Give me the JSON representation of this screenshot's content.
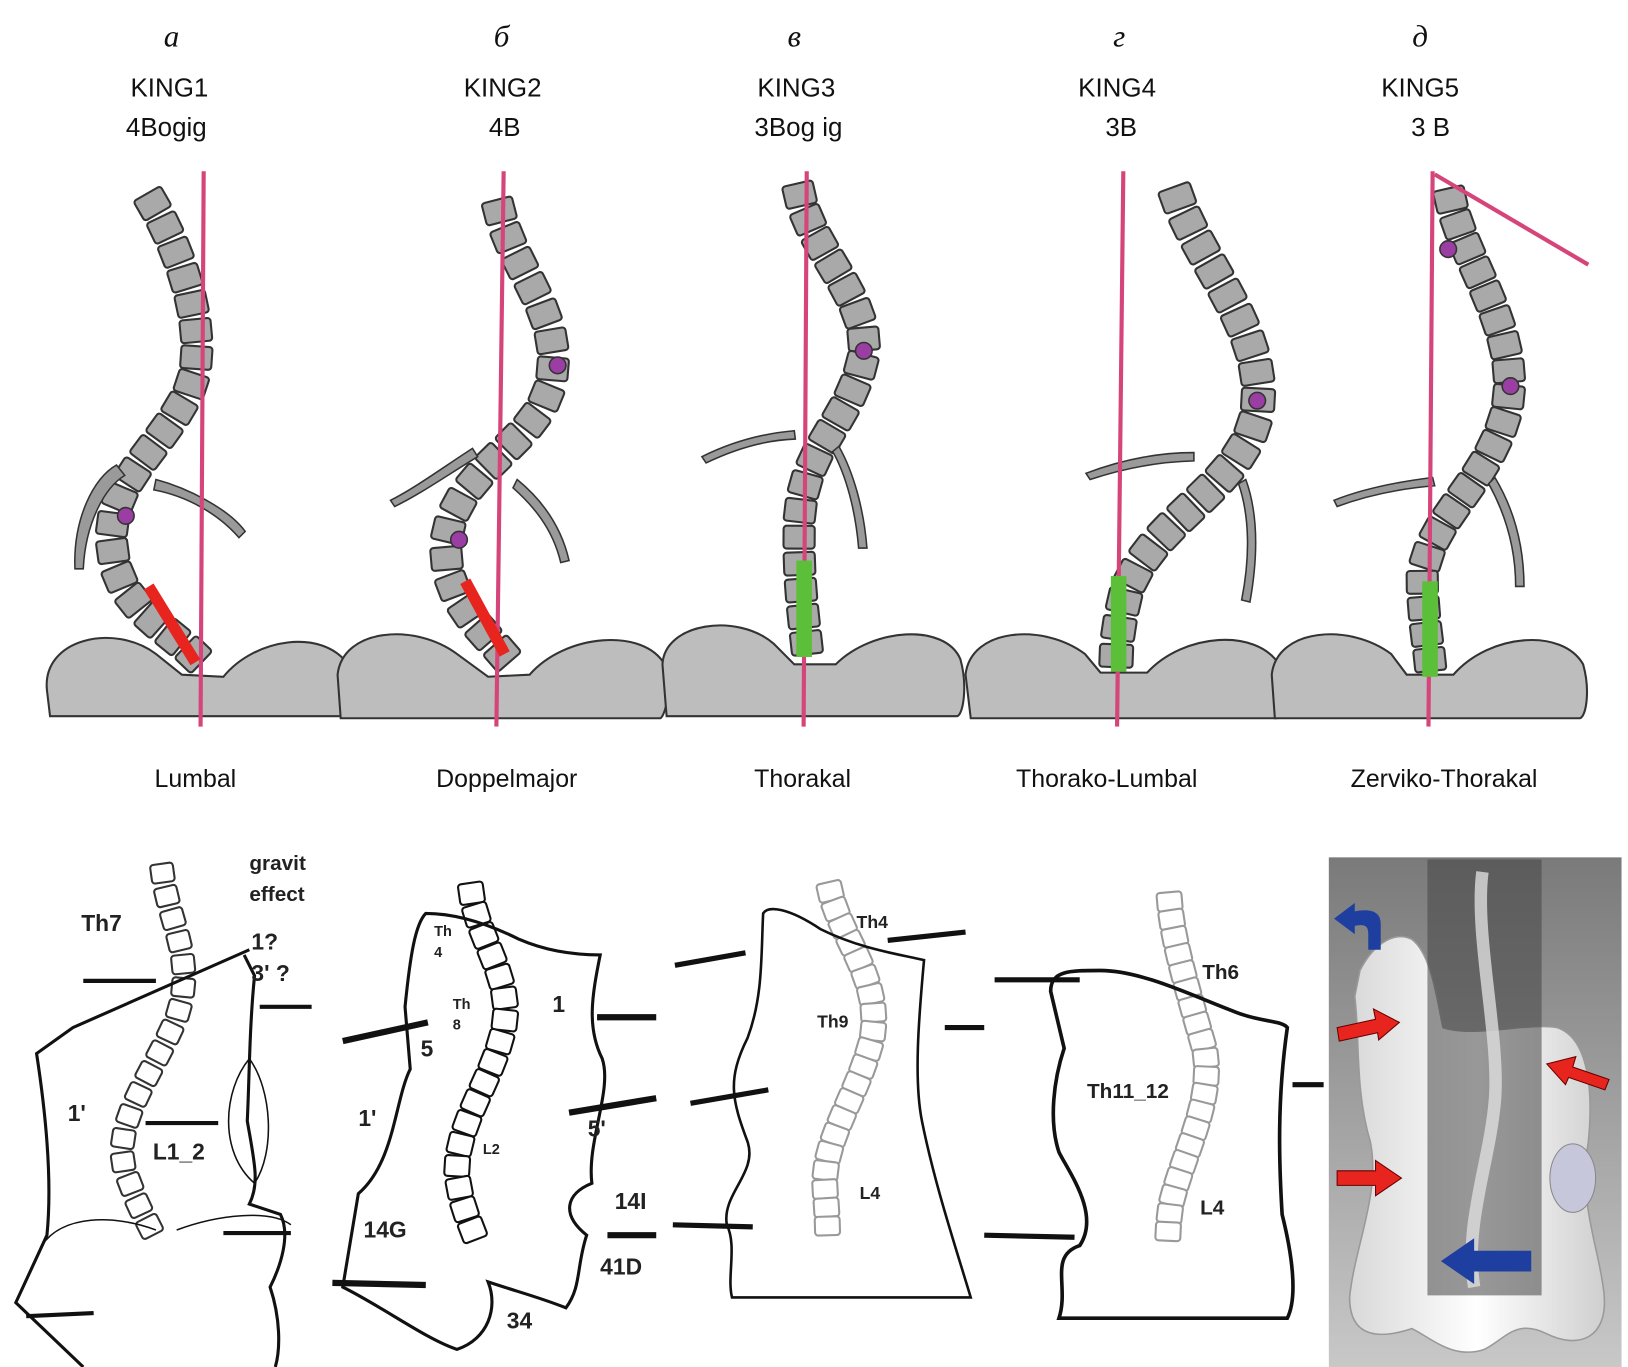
{
  "panels": [
    {
      "letter": "а",
      "king": "KING1",
      "type": "4Bogig",
      "region": "Lumbal"
    },
    {
      "letter": "б",
      "king": "KING2",
      "type": "4B",
      "region": "Doppelmajor"
    },
    {
      "letter": "в",
      "king": "KING3",
      "type": "3Bog ig",
      "region": "Thorakal"
    },
    {
      "letter": "г",
      "king": "KING4",
      "type": "3B",
      "region": "Thorako-Lumbal"
    },
    {
      "letter": "д",
      "king": "KING5",
      "type": "3 B",
      "region": "Zerviko-Thorakal"
    }
  ],
  "bottom": {
    "a": {
      "th7": "Th7",
      "gravit": "gravit",
      "effect": "effect",
      "q1": "1?",
      "q3": "3' ?",
      "one_prime": "1'",
      "l1_2": "L1_2"
    },
    "b": {
      "th4a": "Th",
      "th4b": "4",
      "th8a": "Th",
      "th8b": "8",
      "five": "5",
      "one": "1",
      "one_prime": "1'",
      "l2": "L2",
      "five_prime": "5'",
      "g14": "14G",
      "n14": "14I",
      "d41": "41D",
      "n34": "34"
    },
    "c": {
      "th4": "Th4",
      "th9": "Th9",
      "l4": "L4"
    },
    "d": {
      "th6": "Th6",
      "th11_12": "Th11_12",
      "l4": "L4"
    }
  },
  "colors": {
    "pink": "#d6457a",
    "red": "#e8241e",
    "green": "#5cbf3a",
    "purple": "#9b3ea3",
    "vertebra": "#a9a9a9",
    "blue": "#1f3fa0"
  }
}
